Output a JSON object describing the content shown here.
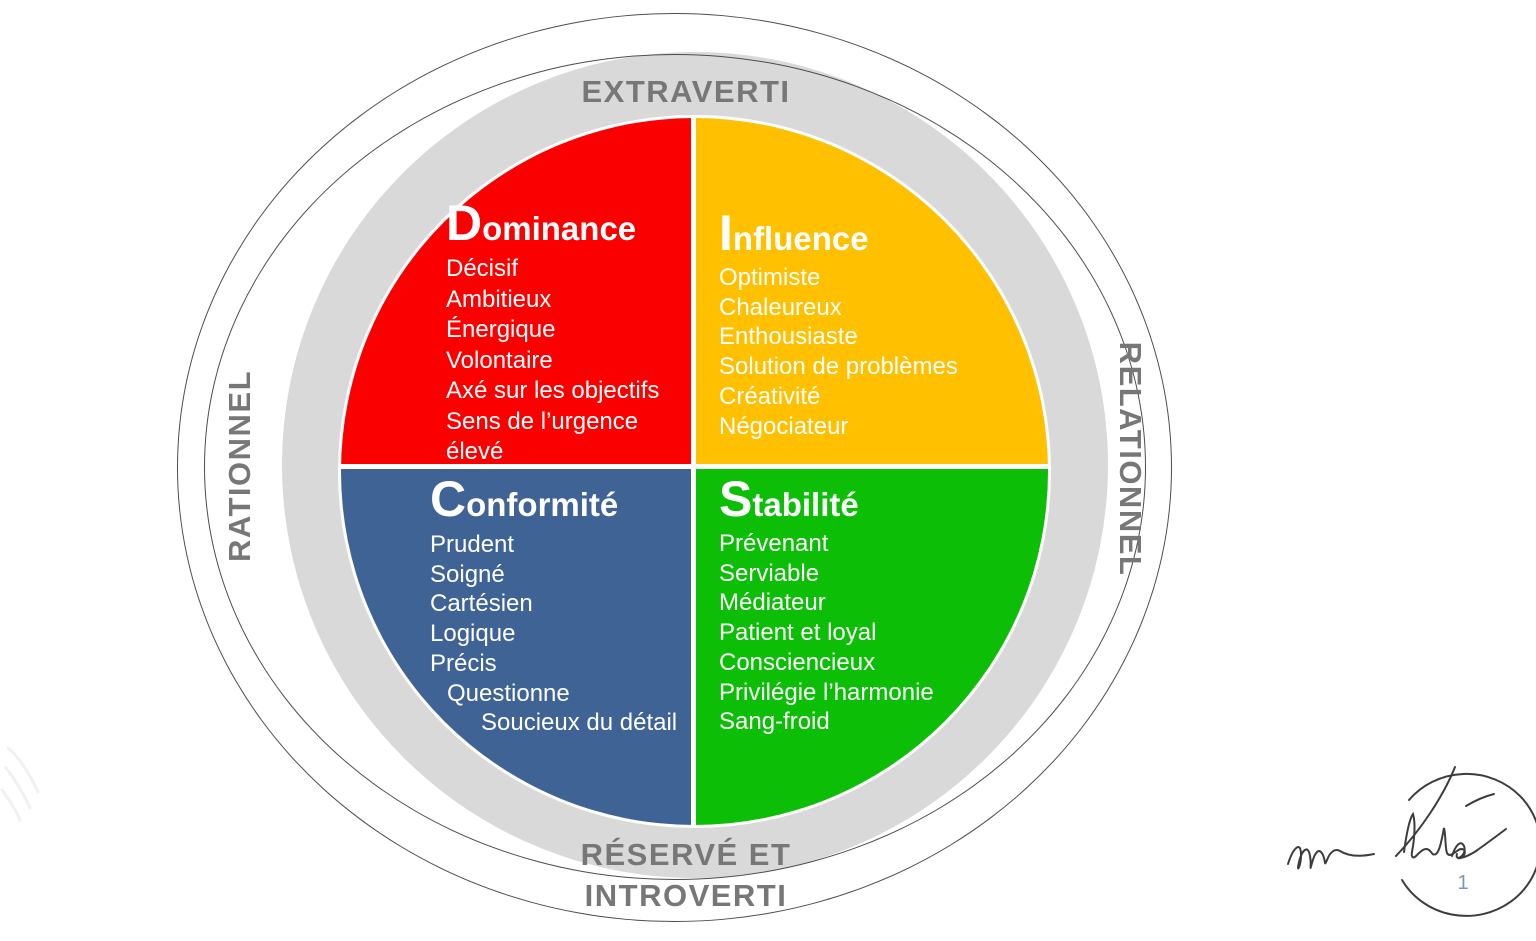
{
  "diagram": {
    "ring": {
      "top_label": "EXTRAVERTI",
      "bottom_label_line1": "RÉSERVÉ ET",
      "bottom_label_line2": "INTROVERTI",
      "left_label": "RATIONNEL",
      "right_label": "RELATIONNEL"
    },
    "quadrants": [
      {
        "id": "dominance",
        "initial": "D",
        "title_rest": "ominance",
        "color": "#FB0000",
        "lines": [
          "Décisif",
          "Ambitieux",
          "Énergique",
          "Volontaire",
          "Axé sur les objectifs",
          "Sens de l’urgence",
          "élevé"
        ]
      },
      {
        "id": "influence",
        "initial": "I",
        "title_rest": "nfluence",
        "color": "#FFC000",
        "lines": [
          "Optimiste",
          "Chaleureux",
          "Enthousiaste",
          "Solution de problèmes",
          "Créativité",
          "Négociateur"
        ]
      },
      {
        "id": "conformite",
        "initial": "C",
        "title_rest": "onformité",
        "color": "#3E6394",
        "lines": [
          "Prudent",
          "Soigné",
          "Cartésien",
          "Logique",
          "Précis",
          "Questionne",
          "Soucieux du détail"
        ]
      },
      {
        "id": "stabilite",
        "initial": "S",
        "title_rest": "tabilité",
        "color": "#0CBE06",
        "lines": [
          "Prévenant",
          "Serviable",
          "Médiateur",
          "Patient et loyal",
          "Consciencieux",
          "Privilégie l’harmonie",
          "Sang-froid"
        ]
      }
    ],
    "colors": {
      "ring_gray": "#D9D9D9",
      "label_gray": "#777777",
      "outline": "#4d4d4d"
    }
  },
  "footer": {
    "page_number": "1"
  }
}
